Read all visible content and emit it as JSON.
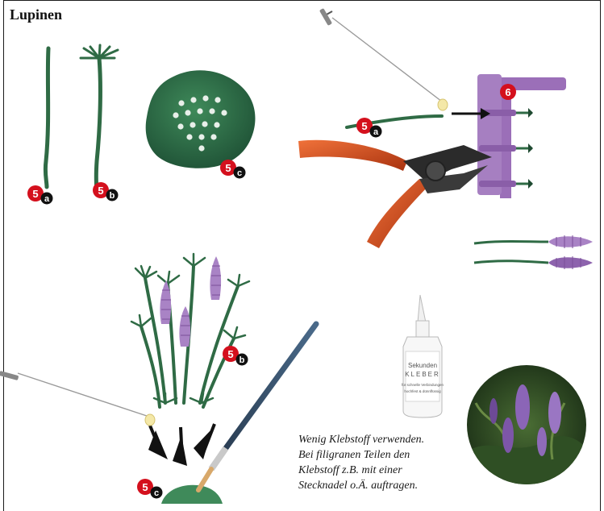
{
  "title": "Lupinen",
  "caption": [
    "Wenig Klebstoff verwenden.",
    "Bei filigranen Teilen den",
    "Klebstoff z.B. mit einer",
    "Stecknadel o.Ä. auftragen."
  ],
  "badges": {
    "step5a_top": {
      "num": "5",
      "letter": "a"
    },
    "step5b_top": {
      "num": "5",
      "letter": "b"
    },
    "step5c_top": {
      "num": "5",
      "letter": "c"
    },
    "step5a_right": {
      "num": "5",
      "letter": "a"
    },
    "step6": {
      "num": "6"
    },
    "step5b_bottom": {
      "num": "5",
      "letter": "b"
    },
    "step5c_bottom": {
      "num": "5",
      "letter": "c"
    }
  },
  "bottle": {
    "line1": "Sekunden",
    "line2": "KLEBER",
    "small1": "für schnelle Verbindungen",
    "small2": "hochfest & dünnflüssig"
  },
  "colors": {
    "badge_red": "#d4101d",
    "stem_green": "#2f6b45",
    "flower_purple": "#9f7bbd",
    "sprue_purple": "#9b6fb8",
    "cutter_orange": "#d9501c"
  }
}
